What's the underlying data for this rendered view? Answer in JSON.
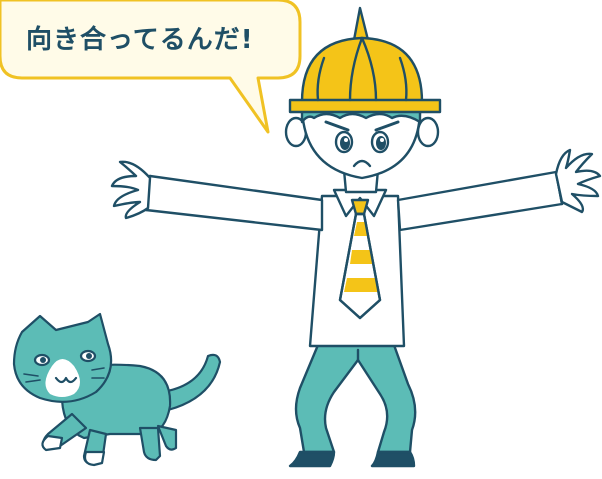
{
  "speech_bubble": {
    "text": "向き合ってるんだ!"
  },
  "colors": {
    "outline": "#1f4f66",
    "teal": "#5cbcb6",
    "yellow": "#f4c418",
    "bubble_fill": "#fffbe8",
    "bubble_stroke": "#f0c224",
    "shirt": "#ffffff",
    "skin": "#ffffff"
  },
  "icons": {
    "man": "hard-hat-worker-illustration",
    "cat": "cat-illustration"
  }
}
